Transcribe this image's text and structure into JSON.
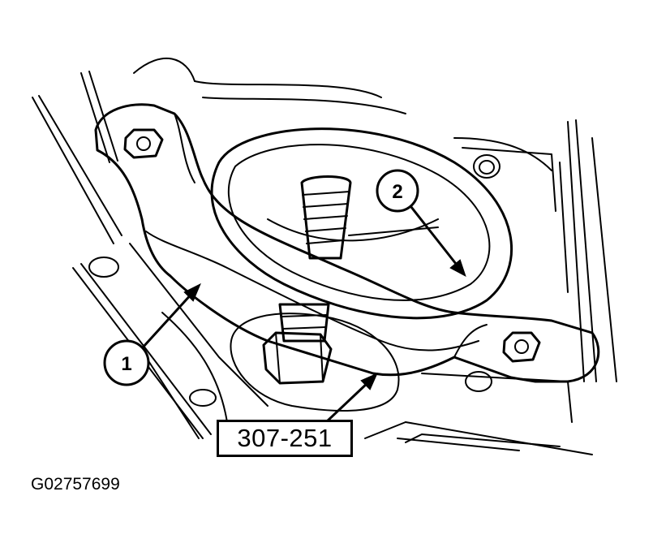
{
  "callouts": [
    {
      "number": "1"
    },
    {
      "number": "2"
    }
  ],
  "tool_label": "307-251",
  "figure_id": "G02757699"
}
